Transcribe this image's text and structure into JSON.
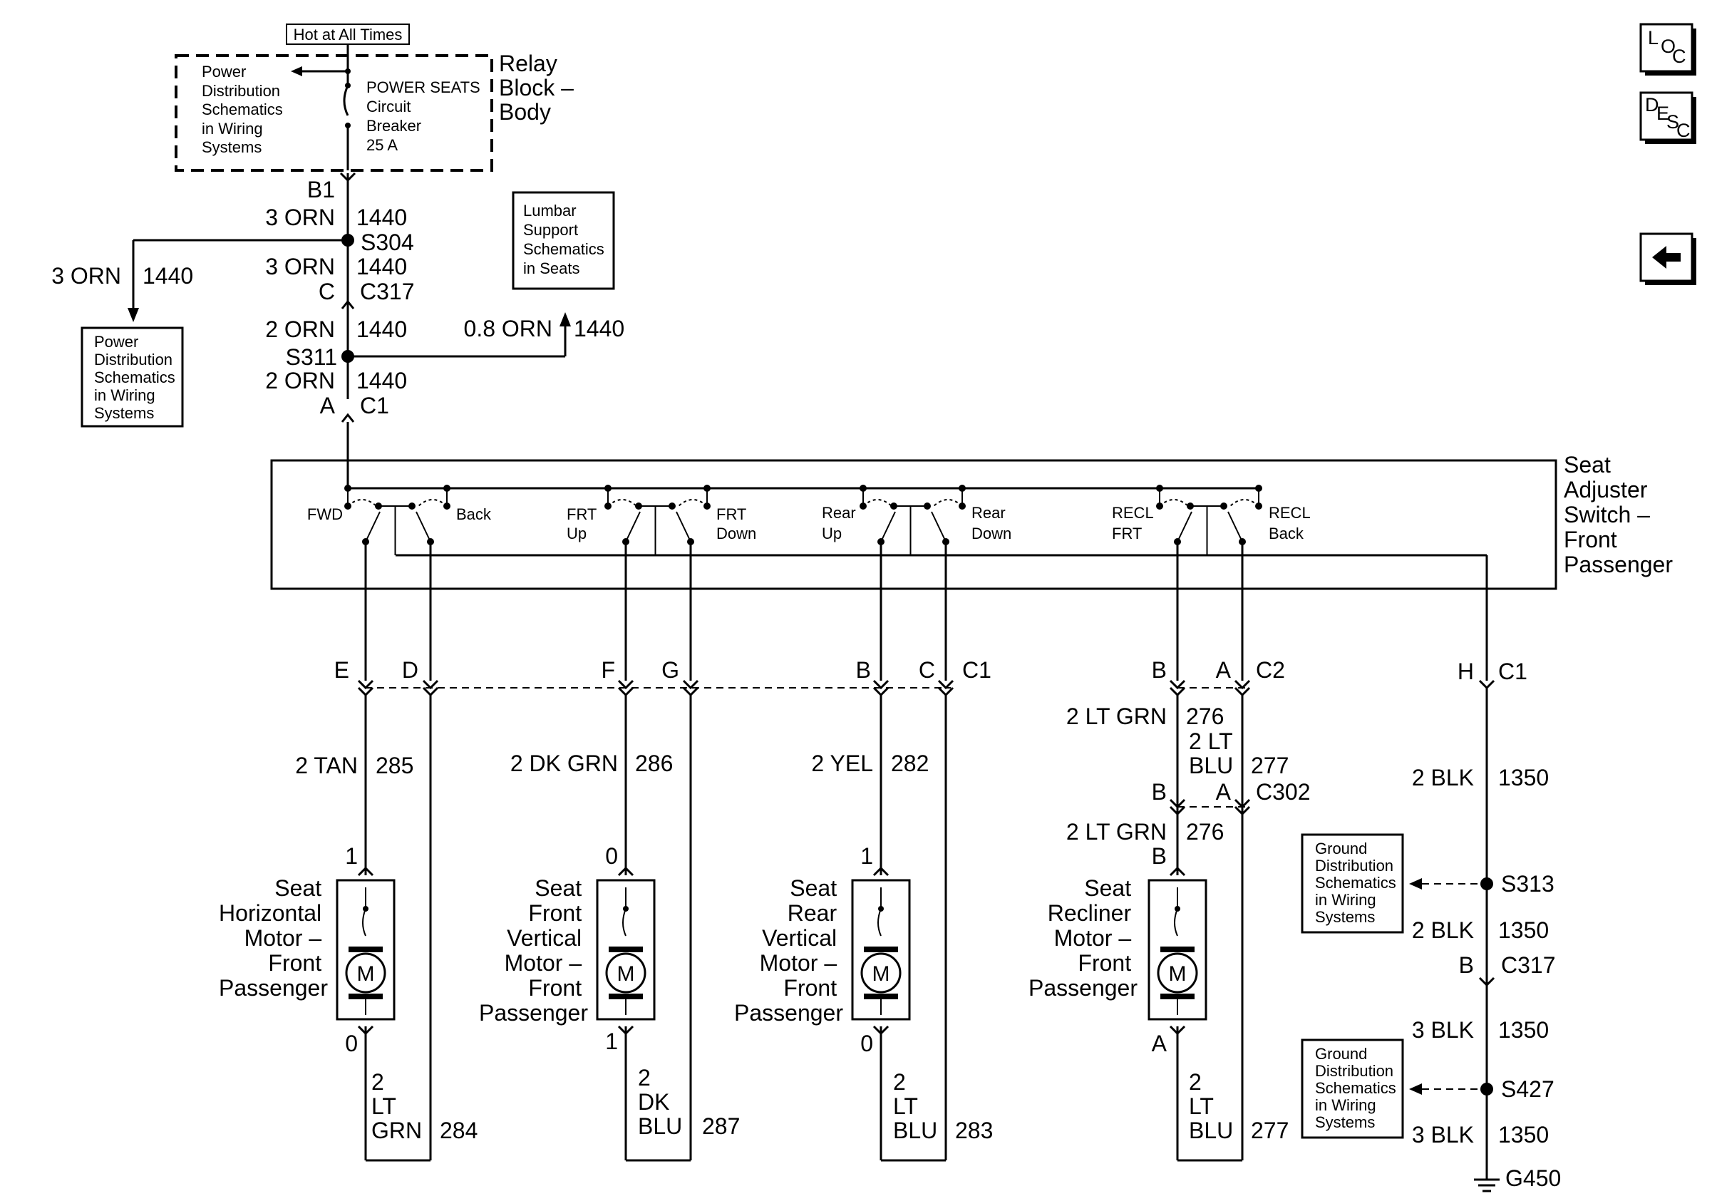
{
  "relay": {
    "hot_label": "Hot at All Times",
    "name": [
      "Relay",
      "Block –",
      "Body"
    ],
    "breaker": [
      "POWER SEATS",
      "Circuit",
      "Breaker",
      "25 A"
    ],
    "power_dist": [
      "Power",
      "Distribution",
      "Schematics",
      "in Wiring",
      "Systems"
    ],
    "pin": "B1"
  },
  "feed": {
    "w1_size": "3 ORN",
    "w1_circuit": "1440",
    "splice1": "S304",
    "w2_size": "3 ORN",
    "w2_circuit": "1440",
    "c317_pin": "C",
    "c317": "C317",
    "w3_size": "2 ORN",
    "w3_circuit": "1440",
    "splice2": "S311",
    "w4_size": "2 ORN",
    "w4_circuit": "1440",
    "c1_pin": "A",
    "c1": "C1",
    "left_branch_size": "3 ORN",
    "left_branch_circuit": "1440",
    "left_box": [
      "Power",
      "Distribution",
      "Schematics",
      "in Wiring",
      "Systems"
    ],
    "right_branch_size": "0.8 ORN",
    "right_branch_circuit": "1440",
    "lumbar_box": [
      "Lumbar",
      "Support",
      "Schematics",
      "in Seats"
    ]
  },
  "switch": {
    "name": [
      "Seat",
      "Adjuster",
      "Switch –",
      "Front",
      "Passenger"
    ],
    "labels": [
      [
        "FWD"
      ],
      [
        "Back"
      ],
      [
        "FRT",
        "Up"
      ],
      [
        "FRT",
        "Down"
      ],
      [
        "Rear",
        "Up"
      ],
      [
        "Rear",
        "Down"
      ],
      [
        "RECL",
        "FRT"
      ],
      [
        "RECL",
        "Back"
      ]
    ]
  },
  "connectors": {
    "pins": [
      "E",
      "D",
      "F",
      "G",
      "B",
      "C"
    ],
    "c1": "C1",
    "c2_pins": [
      "B",
      "A"
    ],
    "c2": "C2",
    "gnd_pin": "H",
    "gnd_c1": "C1"
  },
  "motors": [
    {
      "name": [
        "Seat",
        "Horizontal",
        "Motor –",
        "Front",
        "Passenger"
      ],
      "top_pin": "1",
      "bottom_pin": "0",
      "top_size": "2 TAN",
      "top_circuit": "285",
      "bottom_size": [
        "2",
        "LT",
        "GRN"
      ],
      "bottom_circuit": "284"
    },
    {
      "name": [
        "Seat",
        "Front",
        "Vertical",
        "Motor –",
        "Front",
        "Passenger"
      ],
      "top_pin": "0",
      "bottom_pin": "1",
      "top_size": "2 DK GRN",
      "top_circuit": "286",
      "bottom_size": [
        "2",
        "DK",
        "BLU"
      ],
      "bottom_circuit": "287"
    },
    {
      "name": [
        "Seat",
        "Rear",
        "Vertical",
        "Motor –",
        "Front",
        "Passenger"
      ],
      "top_pin": "1",
      "bottom_pin": "0",
      "top_size": "2 YEL",
      "top_circuit": "282",
      "bottom_size": [
        "2",
        "LT",
        "BLU"
      ],
      "bottom_circuit": "283"
    },
    {
      "name": [
        "Seat",
        "Recliner",
        "Motor –",
        "Front",
        "Passenger"
      ],
      "top_pin": "B",
      "bottom_pin": "A",
      "top_size": "2 LT GRN",
      "top_circuit": "276",
      "bottom_size": [
        "2",
        "LT",
        "BLU"
      ],
      "bottom_circuit": "277"
    }
  ],
  "recliner_extra": {
    "w1_size": "2 LT GRN",
    "w1_circuit": "276",
    "w2_size": [
      "2 LT",
      "BLU"
    ],
    "w2_circuit": "277",
    "c302_pins": [
      "B",
      "A"
    ],
    "c302": "C302"
  },
  "ground": {
    "w1_size": "2 BLK",
    "w1_circuit": "1350",
    "splice1": "S313",
    "w2_size": "2 BLK",
    "w2_circuit": "1350",
    "c317_pin": "B",
    "c317": "C317",
    "w3_size": "3 BLK",
    "w3_circuit": "1350",
    "splice2": "S427",
    "w4_size": "3 BLK",
    "w4_circuit": "1350",
    "ground": "G450",
    "box": [
      "Ground",
      "Distribution",
      "Schematics",
      "in Wiring",
      "Systems"
    ]
  },
  "nav": {
    "loc": [
      "L",
      "O",
      "C"
    ],
    "desc": [
      "D",
      "E",
      "S",
      "C"
    ],
    "back_icon": "left-arrow-icon"
  }
}
